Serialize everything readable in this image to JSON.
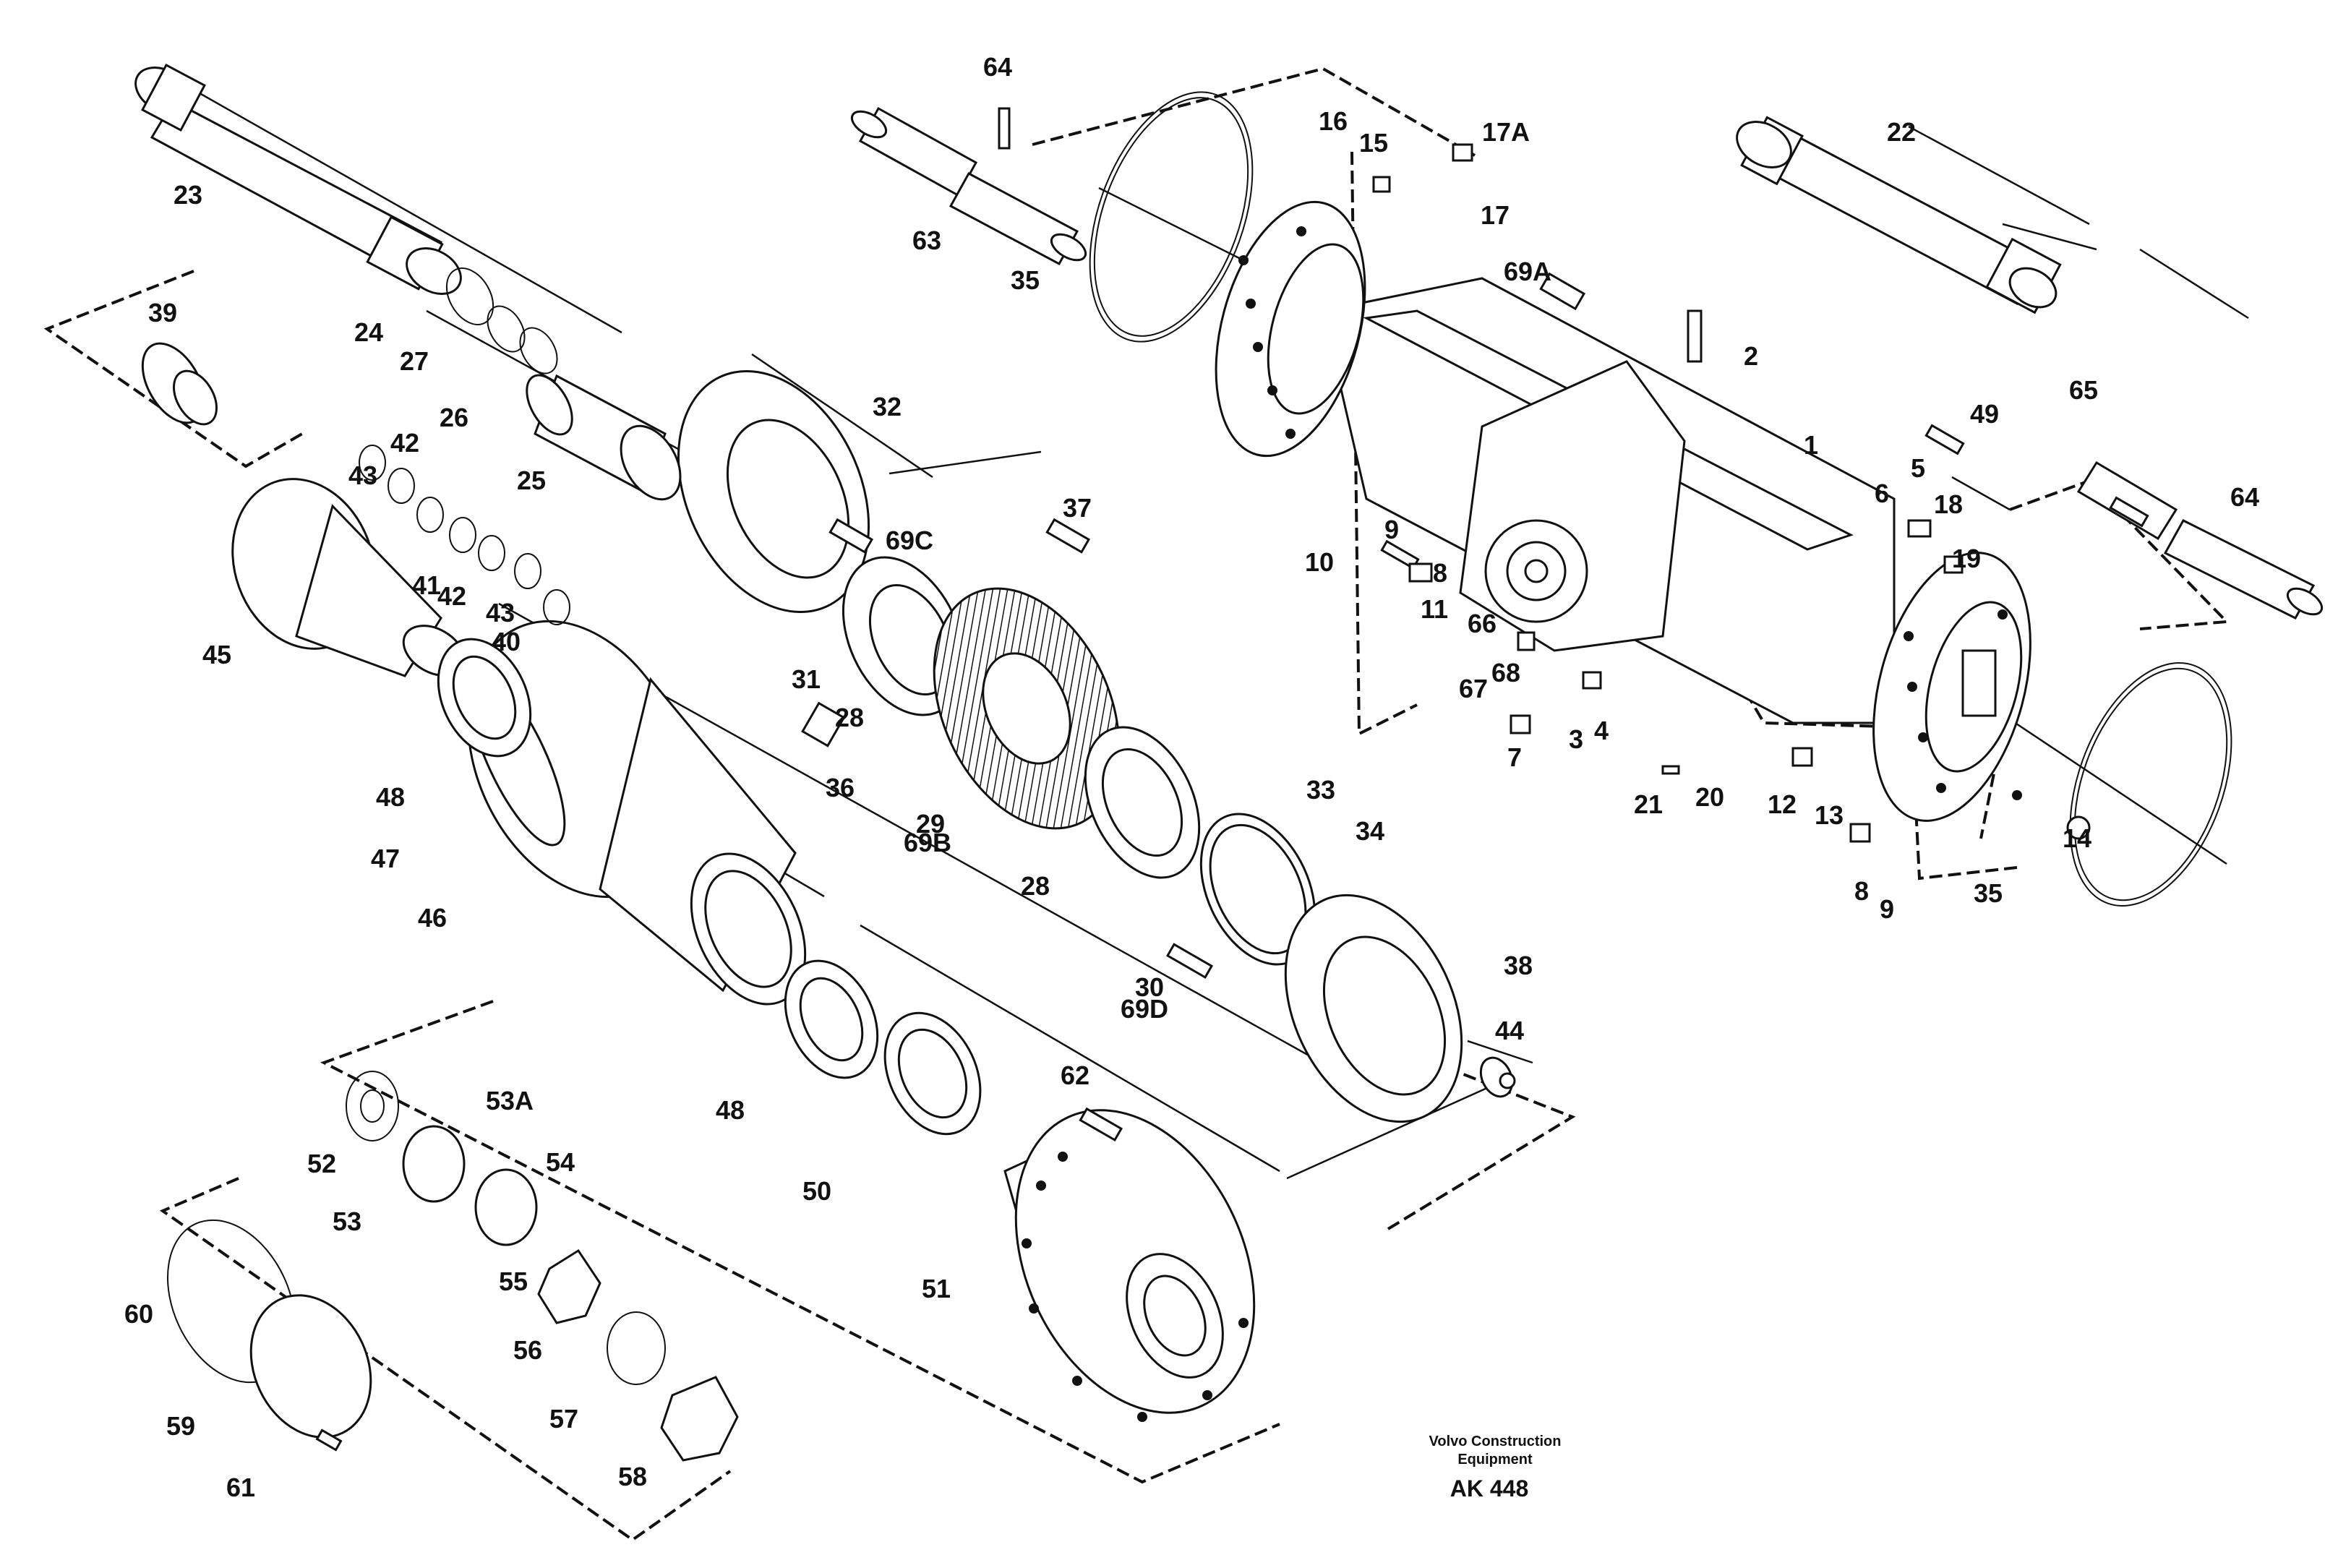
{
  "diagram": {
    "labels": [
      "1",
      "2",
      "3",
      "4",
      "5",
      "6",
      "7",
      "8",
      "8",
      "9",
      "9",
      "10",
      "11",
      "12",
      "13",
      "14",
      "15",
      "16",
      "17",
      "17A",
      "18",
      "19",
      "20",
      "21",
      "22",
      "23",
      "24",
      "25",
      "26",
      "27",
      "28",
      "28",
      "29",
      "30",
      "31",
      "32",
      "33",
      "34",
      "35",
      "35",
      "36",
      "37",
      "38",
      "39",
      "40",
      "41",
      "42",
      "42",
      "43",
      "43",
      "44",
      "45",
      "46",
      "47",
      "48",
      "48",
      "49",
      "50",
      "51",
      "52",
      "53",
      "53A",
      "54",
      "55",
      "56",
      "57",
      "58",
      "59",
      "60",
      "61",
      "62",
      "63",
      "64",
      "64",
      "65",
      "66",
      "67",
      "68",
      "69A",
      "69B",
      "69C",
      "69D"
    ]
  },
  "footer": {
    "company_line1": "Volvo Construction",
    "company_line2": "Equipment",
    "code": "AK 448"
  }
}
